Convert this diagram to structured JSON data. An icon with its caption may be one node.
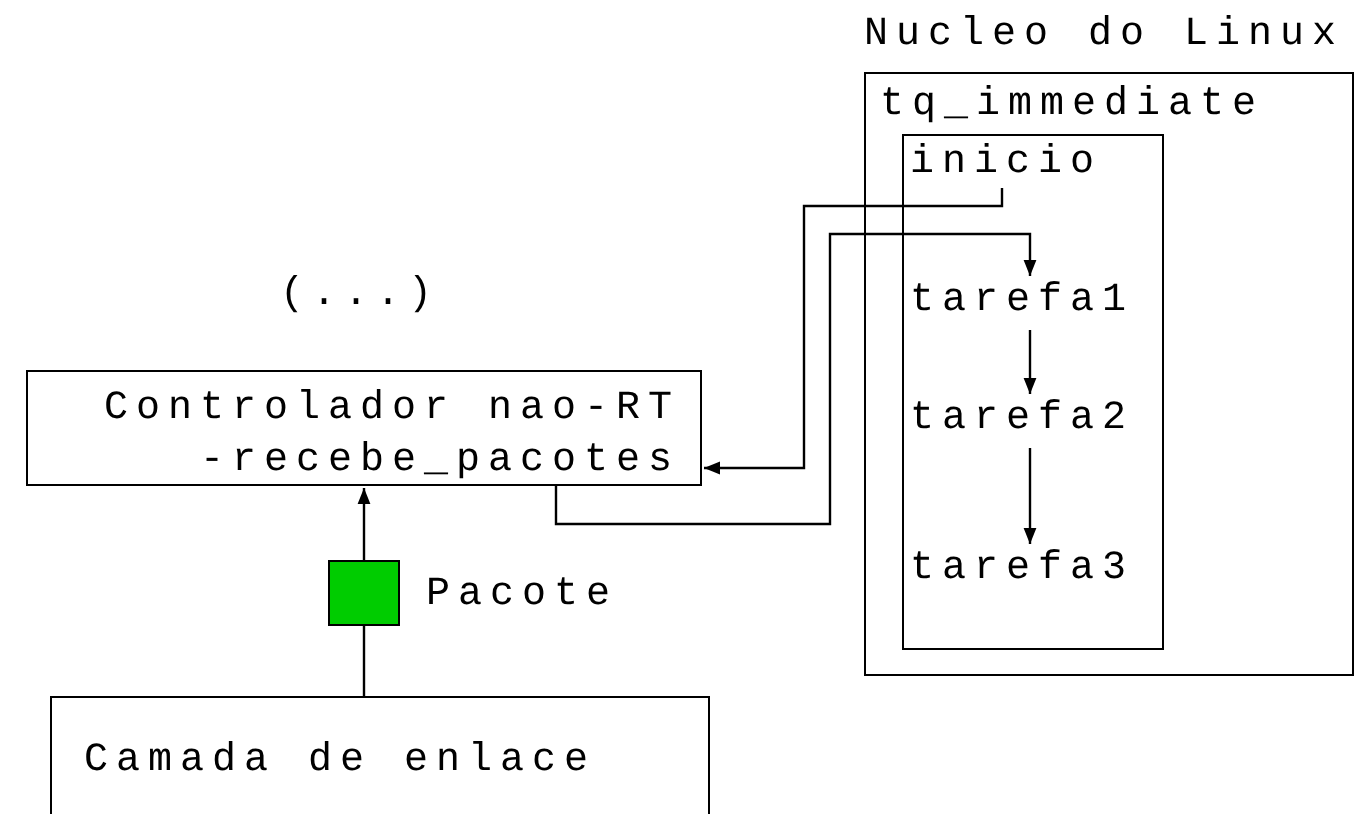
{
  "diagram": {
    "nodes": [
      {
        "text": [
          "Nucleo do Linux",
          "tq_immediate"
        ]
      },
      {
        "text": [],
        "shape": "box",
        "in": 0
      },
      {
        "text": [
          "inicio"
        ],
        "in": 1
      },
      {
        "text": [
          "tarefa1"
        ],
        "in": 1
      },
      {
        "text": [
          "tarefa2"
        ],
        "in": 1
      },
      {
        "text": [
          "tarefa3"
        ],
        "in": 1
      },
      {
        "text": [
          "Controlador nao-RT",
          "-recebe_pacotes"
        ]
      },
      {
        "text": [],
        "shape": "box",
        "beside": [
          "Pacote"
        ]
      },
      {
        "text": [
          "Camada de enlace"
        ]
      }
    ],
    "edges": [
      {
        "from": 2,
        "to": 6,
        "arrow": "to"
      },
      {
        "from": 6,
        "to": 3,
        "arrow": "to"
      },
      {
        "from": 3,
        "to": 4,
        "arrow": "to"
      },
      {
        "from": 4,
        "to": 5,
        "arrow": "to"
      },
      {
        "from": 8,
        "to": 7,
        "arrow": "none"
      },
      {
        "from": 7,
        "to": 6,
        "arrow": "to"
      }
    ],
    "labels": [
      "(...)"
    ]
  }
}
